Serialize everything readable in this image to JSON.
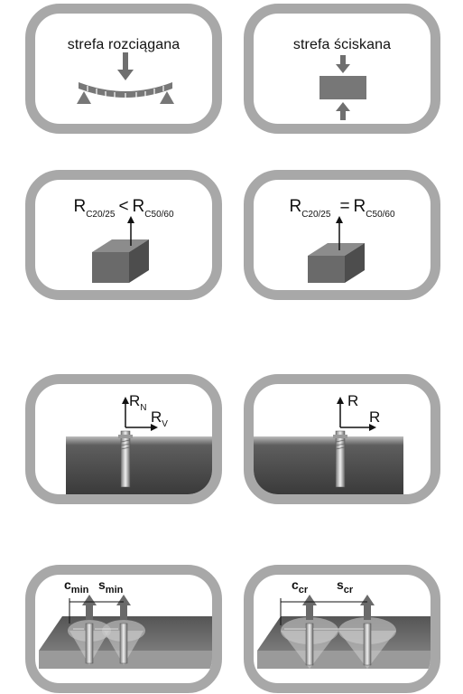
{
  "panels": {
    "tension_zone": {
      "label": "strefa rozciągana"
    },
    "compression_zone": {
      "label": "strefa ściskana"
    },
    "strength_different": {
      "r_symbol": "R",
      "sub_left": "C20/25",
      "relation": "<",
      "sub_right": "C50/60"
    },
    "strength_equal": {
      "r_symbol": "R",
      "sub_left": "C20/25",
      "relation": "=",
      "sub_right": "C50/60"
    },
    "loads_different": {
      "r_symbol": "R",
      "sub_n": "N",
      "sub_v": "V"
    },
    "loads_equal": {
      "r_vertical": "R",
      "r_horizontal": "R"
    },
    "min_spacing": {
      "c_label": "c",
      "c_sub": "min",
      "s_label": "s",
      "s_sub": "min"
    },
    "critical_spacing": {
      "c_label": "c",
      "c_sub": "cr",
      "s_label": "s",
      "s_sub": "cr"
    }
  }
}
